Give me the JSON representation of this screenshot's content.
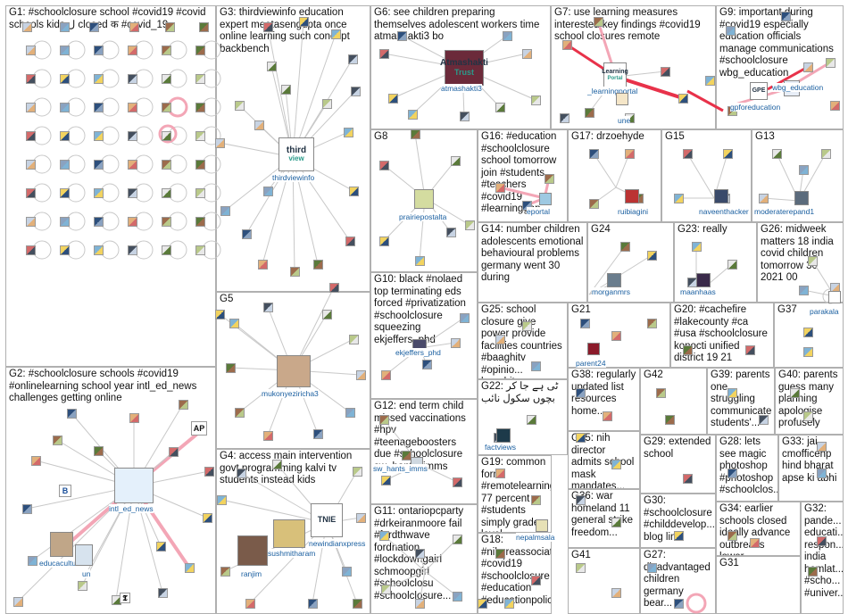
{
  "graph_title": "",
  "colors": {
    "edge": "#c8c8c8",
    "edge_highlight": "#f3a6b6",
    "edge_strong": "#e8324a",
    "box_border": "#b0b0b0",
    "hub_label": "#1a5fa0"
  },
  "groups": [
    {
      "id": "G1",
      "label": "G1: #schoolclosure school #covid19 #covid schools kids ل closed क #covid_19"
    },
    {
      "id": "G2",
      "label": "G2: #schoolclosure schools #covid19 #onlinelearning school year intl_ed_news challenges getting online"
    },
    {
      "id": "G3",
      "label": "G3: thirdviewinfo education expert meetasengupta once online learning such concept backbench"
    },
    {
      "id": "G4",
      "label": "G4: access main intervention govt programming kalvi tv students instead kids"
    },
    {
      "id": "G5",
      "label": "G5"
    },
    {
      "id": "G6",
      "label": "G6: see children preparing themselves adolescent workers time atmashakti3 bo"
    },
    {
      "id": "G7",
      "label": "G7: use learning measures interested key findings #covid19 school closures remote"
    },
    {
      "id": "G8",
      "label": "G8"
    },
    {
      "id": "G9",
      "label": "G9: important during #covid19 especially education officials manage communications #schoolclosure wbg_education"
    },
    {
      "id": "G10",
      "label": "G10: black #nolaed top terminating eds forced #privatization #schoolclosure squeezing ekjeffers_phd"
    },
    {
      "id": "G11",
      "label": "G11: ontariopcparty #drkeiranmoore fail #fordthwave fordnation #lockdowngairl schmoopgirl #schoolclosu #schoolclosure..."
    },
    {
      "id": "G12",
      "label": "G12: end term child missed vaccinations #hpv #teenageboosters due #schoolclosure sw_hants_imms"
    },
    {
      "id": "G13",
      "label": "G13"
    },
    {
      "id": "G14",
      "label": "G14: number children adolescents emotional behavioural problems germany went 30 during"
    },
    {
      "id": "G15",
      "label": "G15"
    },
    {
      "id": "G16",
      "label": "G16: #education #schoolclosure school tomorrow join #students #teachers #covid19 #learninggap..."
    },
    {
      "id": "G17",
      "label": "G17: drzoehyde"
    },
    {
      "id": "G18",
      "label": "G18: #nikoreassociates #covid19 #schoolclosure #education #educationpolicy..."
    },
    {
      "id": "G19",
      "label": "G19: common form #remotelearning 77 percent #students simply grade level..."
    },
    {
      "id": "G20",
      "label": "G20: #cachefire #lakecounty #ca #usa #schoolclosure konocti unified district 19 21"
    },
    {
      "id": "G21",
      "label": "G21"
    },
    {
      "id": "G22",
      "label": "G22: ٹی ہے جا کر بچوں سکول نائب"
    },
    {
      "id": "G23",
      "label": "G23: really"
    },
    {
      "id": "G24",
      "label": "G24"
    },
    {
      "id": "G25",
      "label": "G25: school closure give power provide facilities countries #baaghitv #opinio... baaghitv"
    },
    {
      "id": "G26",
      "label": "G26: midweek matters 18 india covid children tomorrow 30 2021 00"
    },
    {
      "id": "G27",
      "label": "G27: disadvantaged children germany bear..."
    },
    {
      "id": "G28",
      "label": "G28: lets see magic photoshop #photoshop #schoolclos..."
    },
    {
      "id": "G29",
      "label": "G29: extended school"
    },
    {
      "id": "G30",
      "label": "G30: #schoolclosure #childdevelop... blog link"
    },
    {
      "id": "G31",
      "label": "G31"
    },
    {
      "id": "G32",
      "label": "G32: pande... educati... respon... india hemlat... #scho... #univer..."
    },
    {
      "id": "G33",
      "label": "G33: jai cmofficehp hind bharat apse ki abhi"
    },
    {
      "id": "G34",
      "label": "G34: earlier schools closed ideally advance outbreaks lower..."
    },
    {
      "id": "G35",
      "label": "G35: nih director admits school mask mandates..."
    },
    {
      "id": "G36",
      "label": "G36: war homeland 11 general strike freedom..."
    },
    {
      "id": "G37",
      "label": "G37"
    },
    {
      "id": "G38",
      "label": "G38: regularly updated list resources home..."
    },
    {
      "id": "G39",
      "label": "G39: parents one struggling communicate students'..."
    },
    {
      "id": "G40",
      "label": "G40: parents guess many planning apologise profusely"
    },
    {
      "id": "G41",
      "label": "G41"
    },
    {
      "id": "G42",
      "label": "G42"
    }
  ],
  "hubs": [
    {
      "name": "thirdviewinfo",
      "logo_line1": "third",
      "logo_line2": "view"
    },
    {
      "name": "intl_ed_news"
    },
    {
      "name": "atmashakti3",
      "logo_line1": "Atmashakti",
      "logo_line2": "Trust"
    },
    {
      "name": "mukonyeziricha3"
    },
    {
      "name": "newindianxpress",
      "logo_line1": "TNIE"
    },
    {
      "name": "sushmitharam"
    },
    {
      "name": "ranjim"
    },
    {
      "name": "educacultura"
    },
    {
      "name": "un"
    },
    {
      "name": "_learningportal",
      "logo_line1": "Learning",
      "logo_line2": "Portal"
    },
    {
      "name": "une"
    },
    {
      "name": "wbg_education"
    },
    {
      "name": "gpforeducation",
      "logo_line1": "GPE"
    },
    {
      "name": "prairiepostalta"
    },
    {
      "name": "ruibiagini"
    },
    {
      "name": "naveenthacker"
    },
    {
      "name": "moderaterepand1"
    },
    {
      "name": "morganmrs"
    },
    {
      "name": "maanhaas"
    },
    {
      "name": "parakala"
    },
    {
      "name": "ekjeffers_phd"
    },
    {
      "name": "parent24"
    },
    {
      "name": "factviews"
    },
    {
      "name": "sw_hants_imms"
    },
    {
      "name": "nepalmsala"
    },
    {
      "name": "eportal"
    }
  ],
  "icon_badges": {
    "ap": "AP",
    "b": "B",
    "nyt": "𝕿"
  }
}
